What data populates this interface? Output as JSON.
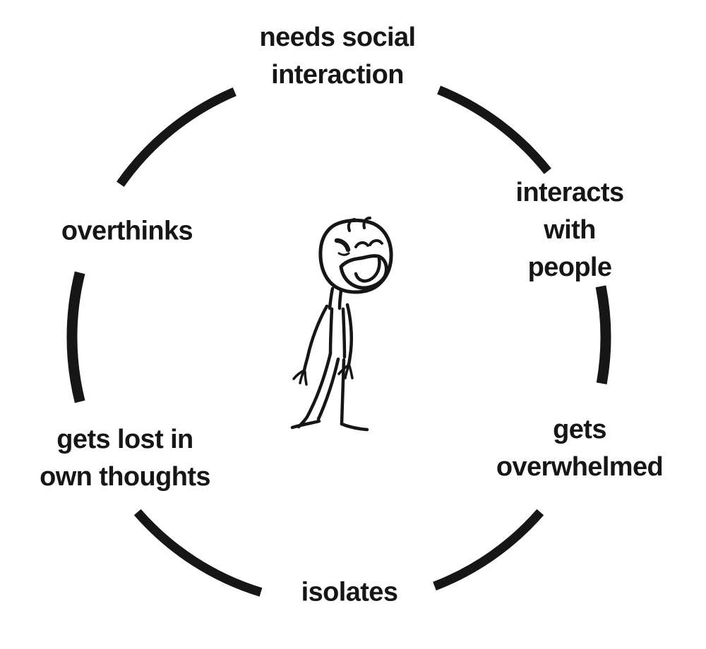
{
  "diagram": {
    "type": "cycle",
    "background": "#ffffff",
    "ink": "#161616",
    "center_icon": "stick-figure-content-face-icon",
    "nodes": [
      {
        "id": "needs-social-interaction",
        "position": "top",
        "label": "needs social\ninteraction"
      },
      {
        "id": "interacts-with-people",
        "position": "upper-right",
        "label": "interacts with\npeople"
      },
      {
        "id": "gets-overwhelmed",
        "position": "lower-right",
        "label": "gets\noverwhelmed"
      },
      {
        "id": "isolates",
        "position": "bottom",
        "label": "isolates"
      },
      {
        "id": "gets-lost-in-own-thoughts",
        "position": "lower-left",
        "label": "gets lost in\nown thoughts"
      },
      {
        "id": "overthinks",
        "position": "upper-left",
        "label": "overthinks"
      }
    ]
  }
}
